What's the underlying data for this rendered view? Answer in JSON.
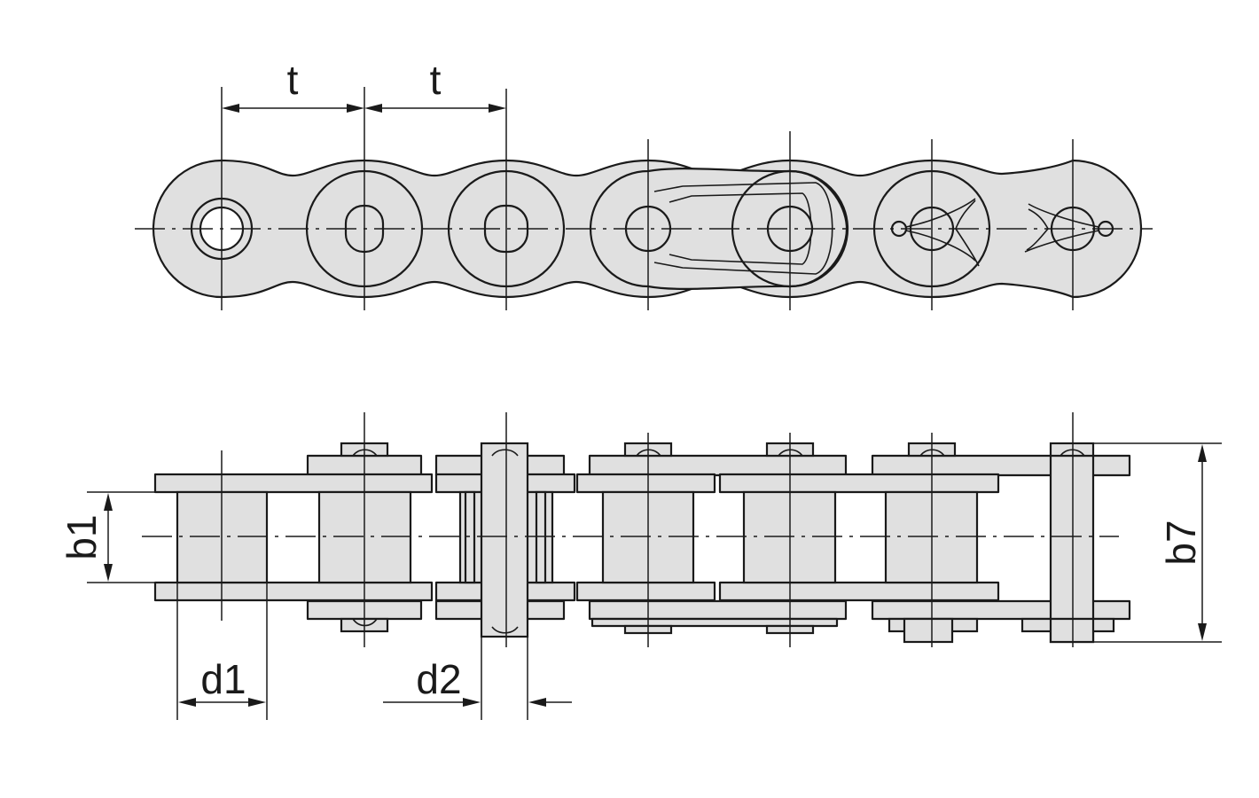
{
  "diagram": {
    "labels": {
      "pitch_left": "t",
      "pitch_right": "t",
      "inner_width": "b1",
      "overall_width": "b7",
      "roller_diameter": "d1",
      "pin_diameter": "d2"
    }
  }
}
